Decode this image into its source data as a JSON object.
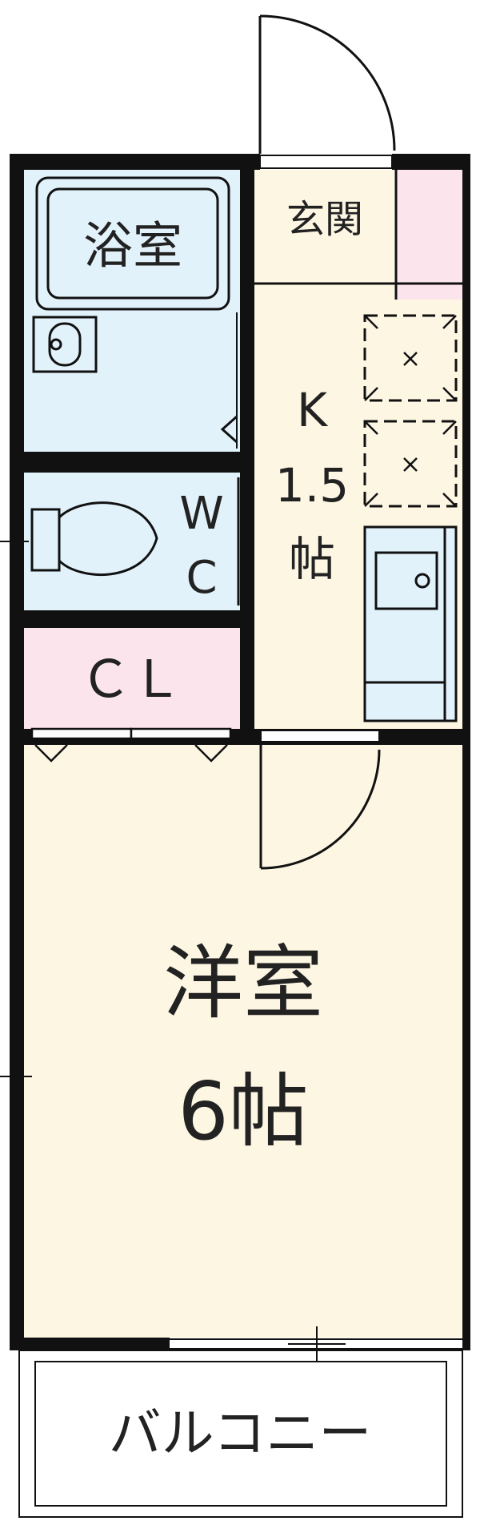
{
  "rooms": {
    "bath": "浴室",
    "entrance": "玄関",
    "kitchen_name": "K",
    "kitchen_size": "1.5",
    "kitchen_unit": "帖",
    "wc_line1": "W",
    "wc_line2": "C",
    "closet": "ＣＬ",
    "western_name": "洋室",
    "western_size": "6帖",
    "balcony": "バルコニー"
  },
  "colors": {
    "wet_area": "#e2f2fb",
    "room_floor": "#fdf6e3",
    "accent_pink": "#fce4ec",
    "wall": "#111111",
    "balcony": "#ffffff"
  }
}
